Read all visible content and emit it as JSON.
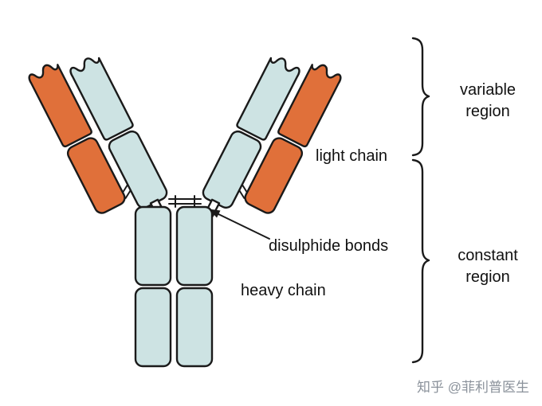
{
  "labels": {
    "variable_region_line1": "variable",
    "variable_region_line2": "region",
    "light_chain": "light chain",
    "disulphide_bonds": "disulphide bonds",
    "heavy_chain": "heavy chain",
    "constant_region_line1": "constant",
    "constant_region_line2": "region"
  },
  "watermark": "知乎 @菲利普医生",
  "colors": {
    "light_chain_fill": "#e0703a",
    "heavy_chain_fill": "#cde3e3",
    "outline": "#1a1a1a",
    "background": "#ffffff",
    "watermark": "#8b929b"
  }
}
